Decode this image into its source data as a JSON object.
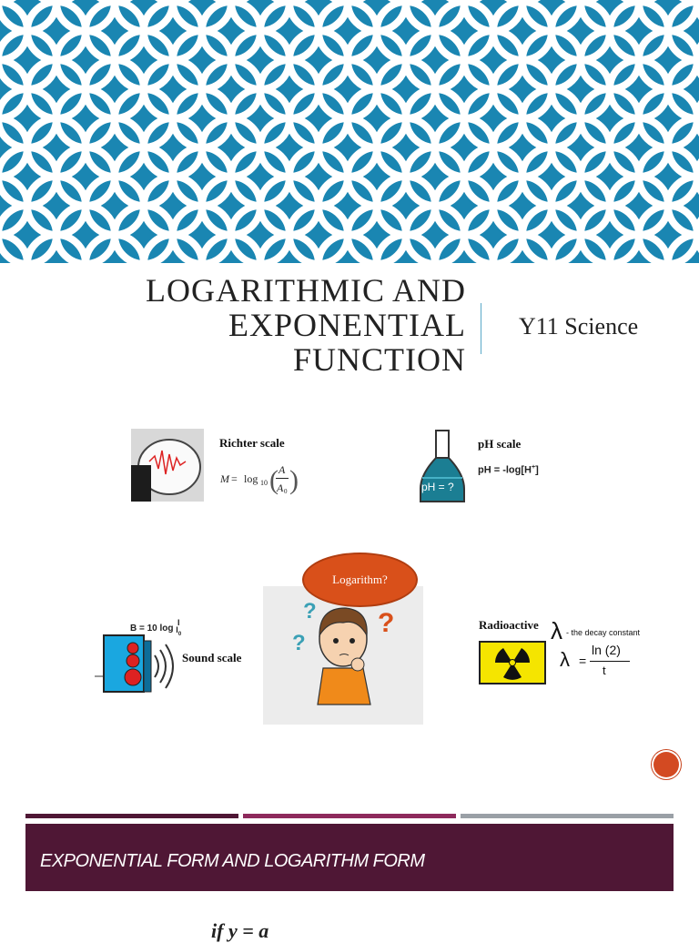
{
  "banner": {
    "color": "#1a86b2"
  },
  "title": {
    "lines": [
      "LOGARITHMIC AND",
      "EXPONENTIAL",
      "FUNCTION"
    ],
    "subtitle": "Y11 Science"
  },
  "richter": {
    "label": "Richter scale",
    "formula_lhs": "M",
    "formula_log": "log",
    "formula_base": "10",
    "formula_num": "A",
    "formula_den": "A",
    "formula_den_sub": "0"
  },
  "ph": {
    "label": "pH scale",
    "formula": "pH = -log[H",
    "formula_sup": "+",
    "formula_end": "]",
    "flask_text": "pH = ?"
  },
  "bubble": {
    "text": "Logarithm?"
  },
  "sound": {
    "label": "Sound scale",
    "formula": "B = 10 log",
    "frac_num": "I",
    "frac_den": "I",
    "frac_den_sub": "0"
  },
  "radioactive": {
    "label": "Radioactive",
    "lambda_note": "- the decay constant",
    "num": "ln (2)",
    "den": "t"
  },
  "section": {
    "title": "EXPONENTIAL FORM AND LOGARITHM FORM",
    "color": "#4f1735"
  },
  "bars": {
    "colors": [
      "#4f1735",
      "#8e2a5c",
      "#9aa0a6"
    ]
  },
  "bottom": {
    "text": "if y = a"
  }
}
